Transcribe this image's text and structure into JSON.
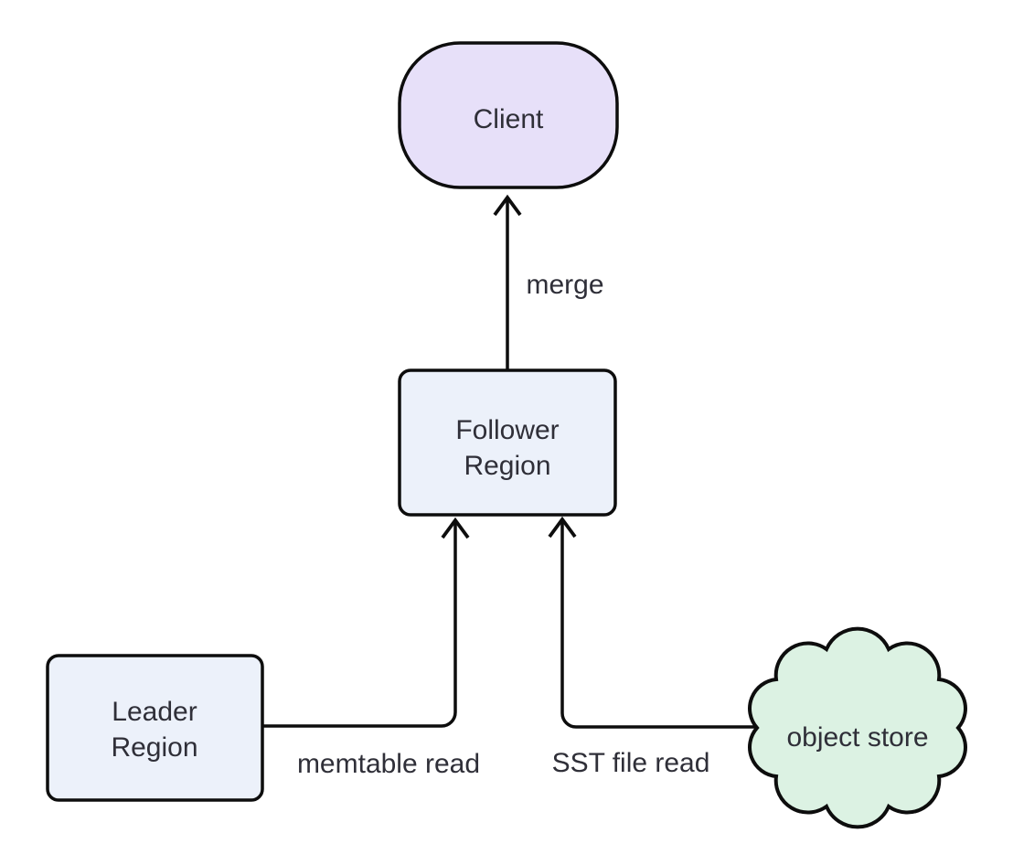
{
  "diagram": {
    "background_color": "#ffffff",
    "stroke_color": "#0d0d0d",
    "text_color": "#2f2f38",
    "nodes": {
      "client": {
        "label": "Client",
        "shape": "rounded-stadium",
        "fill": "#e7e0f9"
      },
      "follower_region": {
        "label_line1": "Follower",
        "label_line2": "Region",
        "shape": "rounded-rect",
        "fill": "#ecf1fa"
      },
      "leader_region": {
        "label_line1": "Leader",
        "label_line2": "Region",
        "shape": "rounded-rect",
        "fill": "#ecf1fa"
      },
      "object_store": {
        "label": "object store",
        "shape": "cloud",
        "fill": "#dcf2e3"
      }
    },
    "edges": [
      {
        "from": "follower_region",
        "to": "client",
        "label": "merge"
      },
      {
        "from": "leader_region",
        "to": "follower_region",
        "label": "memtable read"
      },
      {
        "from": "object_store",
        "to": "follower_region",
        "label": "SST file read"
      }
    ]
  }
}
